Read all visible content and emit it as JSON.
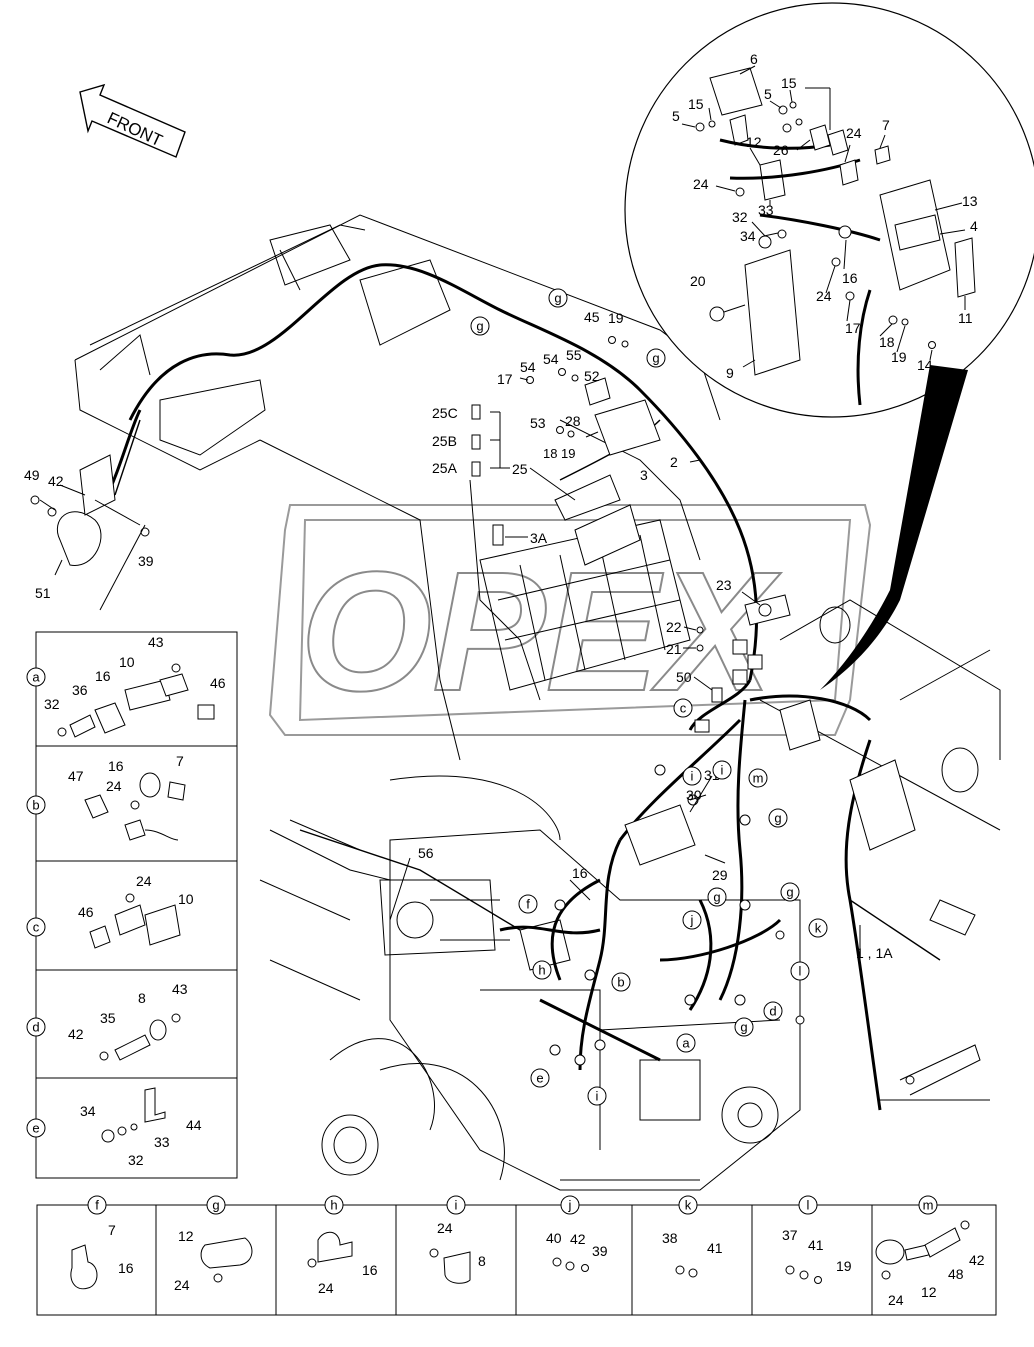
{
  "front_arrow": {
    "text": "FRONT"
  },
  "watermark": {
    "text": "OPEX"
  },
  "main_labels": {
    "l49": "49",
    "l42": "42",
    "l39": "39",
    "l51": "51",
    "l25c": "25C",
    "l25b": "25B",
    "l25a": "25A",
    "l25": "25",
    "l3": "3",
    "l3a": "3A",
    "l2": "2",
    "l17": "17",
    "l54a": "54",
    "l54b": "54",
    "l55": "55",
    "l52": "52",
    "l45": "45",
    "l19": "19",
    "l53": "53",
    "l28": "28",
    "l18": "18",
    "l19b": "19",
    "l23": "23",
    "l22": "22",
    "l21": "21",
    "l50": "50",
    "l30": "30",
    "l31": "31",
    "l56": "56",
    "l16": "16",
    "l29": "29",
    "l1": "1 , 1A"
  },
  "inset_labels": {
    "l6": "6",
    "l5a": "5",
    "l15a": "15",
    "l5b": "5",
    "l15b": "15",
    "l12": "12",
    "l24a": "24",
    "l7": "7",
    "l26": "26",
    "l24b": "24",
    "l33": "33",
    "l32": "32",
    "l34": "34",
    "l13": "13",
    "l4": "4",
    "l20": "20",
    "l16": "16",
    "l24c": "24",
    "l17": "17",
    "l11": "11",
    "l18": "18",
    "l19": "19",
    "l14": "14",
    "l9": "9"
  },
  "callouts": {
    "g1": "g",
    "g2": "g",
    "g3": "g",
    "c": "c",
    "i1": "i",
    "i2": "i",
    "m": "m",
    "g4": "g",
    "g5": "g",
    "g6": "g",
    "f": "f",
    "j": "j",
    "k": "k",
    "h": "h",
    "b": "b",
    "l": "l",
    "d": "d",
    "a": "a",
    "e": "e",
    "i3": "i",
    "g7": "g"
  },
  "left_panels": [
    {
      "id": "a",
      "labels": [
        "43",
        "10",
        "16",
        "36",
        "32",
        "46"
      ]
    },
    {
      "id": "b",
      "labels": [
        "16",
        "7",
        "47",
        "24"
      ]
    },
    {
      "id": "c",
      "labels": [
        "24",
        "10",
        "46"
      ]
    },
    {
      "id": "d",
      "labels": [
        "8",
        "43",
        "35",
        "42"
      ]
    },
    {
      "id": "e",
      "labels": [
        "34",
        "44",
        "33",
        "32"
      ]
    }
  ],
  "bottom_panels": [
    {
      "id": "f",
      "labels": [
        "7",
        "16"
      ]
    },
    {
      "id": "g",
      "labels": [
        "12",
        "24"
      ]
    },
    {
      "id": "h",
      "labels": [
        "16",
        "24"
      ]
    },
    {
      "id": "i",
      "labels": [
        "24",
        "8"
      ]
    },
    {
      "id": "j",
      "labels": [
        "40",
        "42",
        "39"
      ]
    },
    {
      "id": "k",
      "labels": [
        "38",
        "41"
      ]
    },
    {
      "id": "l",
      "labels": [
        "37",
        "41",
        "19"
      ]
    },
    {
      "id": "m",
      "labels": [
        "42",
        "48",
        "24",
        "12"
      ]
    }
  ]
}
